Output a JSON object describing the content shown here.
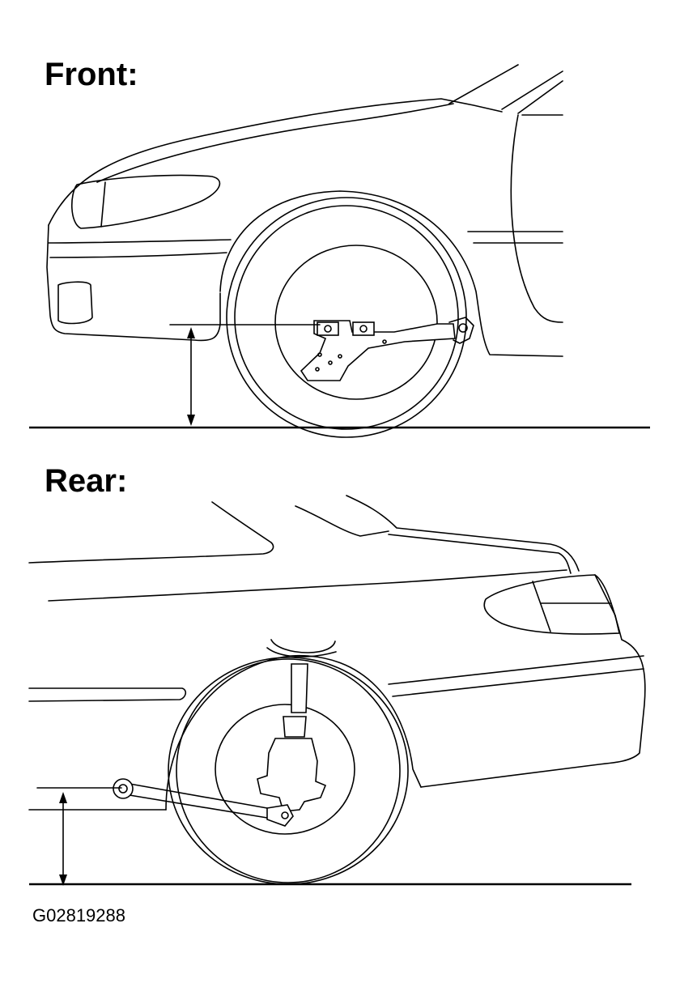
{
  "labels": {
    "front": "Front:",
    "rear": "Rear:",
    "figure_code": "G02819288"
  }
}
